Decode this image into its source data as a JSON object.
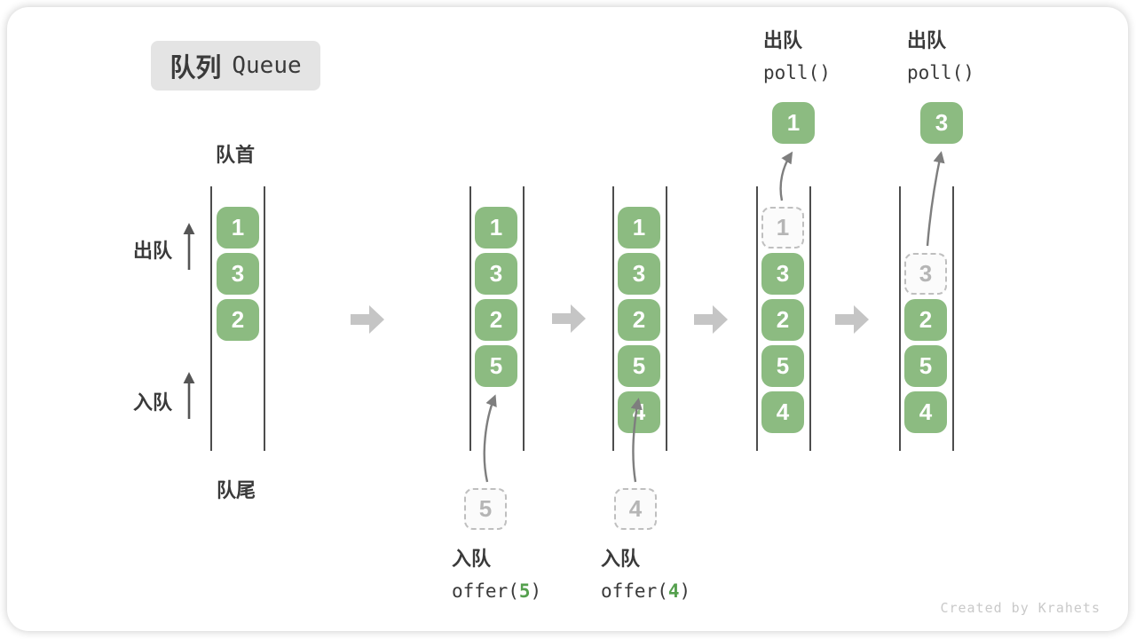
{
  "title": {
    "zh": "队列",
    "en": "Queue"
  },
  "side_labels": {
    "front": "队首",
    "rear": "队尾",
    "dequeue": "出队",
    "enqueue": "入队"
  },
  "queues": {
    "state1": [
      "1",
      "3",
      "2"
    ],
    "state2": [
      "1",
      "3",
      "2",
      "5"
    ],
    "state3": [
      "1",
      "3",
      "2",
      "5",
      "4"
    ],
    "state4": {
      "removed": "1",
      "items": [
        "3",
        "2",
        "5",
        "4"
      ]
    },
    "state5": {
      "removed": "3",
      "items": [
        "2",
        "5",
        "4"
      ]
    }
  },
  "poll_ops": [
    {
      "label": "出队",
      "code": "poll()",
      "value": "1"
    },
    {
      "label": "出队",
      "code": "poll()",
      "value": "3"
    }
  ],
  "offer_ops": [
    {
      "label": "入队",
      "code_pre": "offer(",
      "arg": "5",
      "code_post": ")",
      "value": "5"
    },
    {
      "label": "入队",
      "code_pre": "offer(",
      "arg": "4",
      "code_post": ")",
      "value": "4"
    }
  ],
  "footer": "Created by Krahets",
  "colors": {
    "item_green": "#8cbb81",
    "code_arg_green": "#55a04e",
    "flow_arrow_gray": "#c5c5c5",
    "curve_arrow_gray": "#7e7e7e",
    "badge_gray": "#e4e4e4"
  }
}
